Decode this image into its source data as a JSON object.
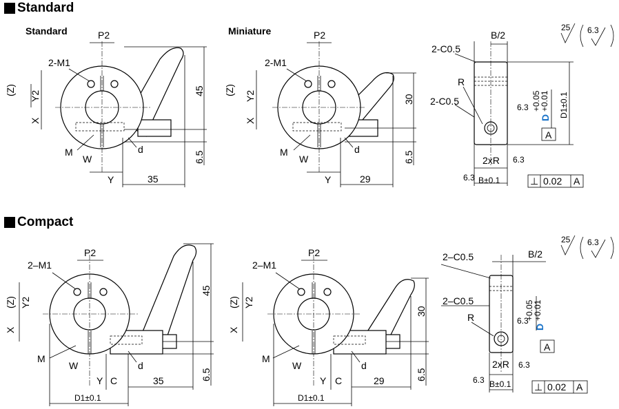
{
  "sections": {
    "standard": {
      "title": "Standard"
    },
    "compact": {
      "title": "Compact"
    }
  },
  "views": {
    "standard_std": {
      "subtitle": "Standard"
    },
    "standard_mini": {
      "subtitle": "Miniature"
    }
  },
  "labels": {
    "p2": "P2",
    "m1": "2-M1",
    "z": "(Z)",
    "y2": "Y2",
    "x": "X",
    "m": "M",
    "w": "W",
    "d": "d",
    "y": "Y",
    "c": "C",
    "c05": "2-C0.5",
    "c05_dash": "2–C0.5",
    "m1_dash": "2–M1",
    "r": "R",
    "b2": "B/2",
    "two_r": "2xR",
    "b": "B±0.1",
    "d1": "D1±0.1",
    "d_bore": "D",
    "d_tol_upper": "+0.05",
    "d_tol_lower": "+0.01",
    "datum": "A",
    "perp_sym": "⊥",
    "perp_val": "0.02",
    "perp_datum": "A",
    "rough25": "25",
    "rough63": "6.3"
  },
  "dims": {
    "std_std": {
      "h": "45",
      "low": "6.5",
      "w": "35"
    },
    "std_mini": {
      "h": "30",
      "low": "6.5",
      "w": "29"
    },
    "cmp_std": {
      "h": "45",
      "low": "6.5",
      "w": "35"
    },
    "cmp_mini": {
      "h": "30",
      "low": "6.5",
      "w": "29"
    }
  }
}
